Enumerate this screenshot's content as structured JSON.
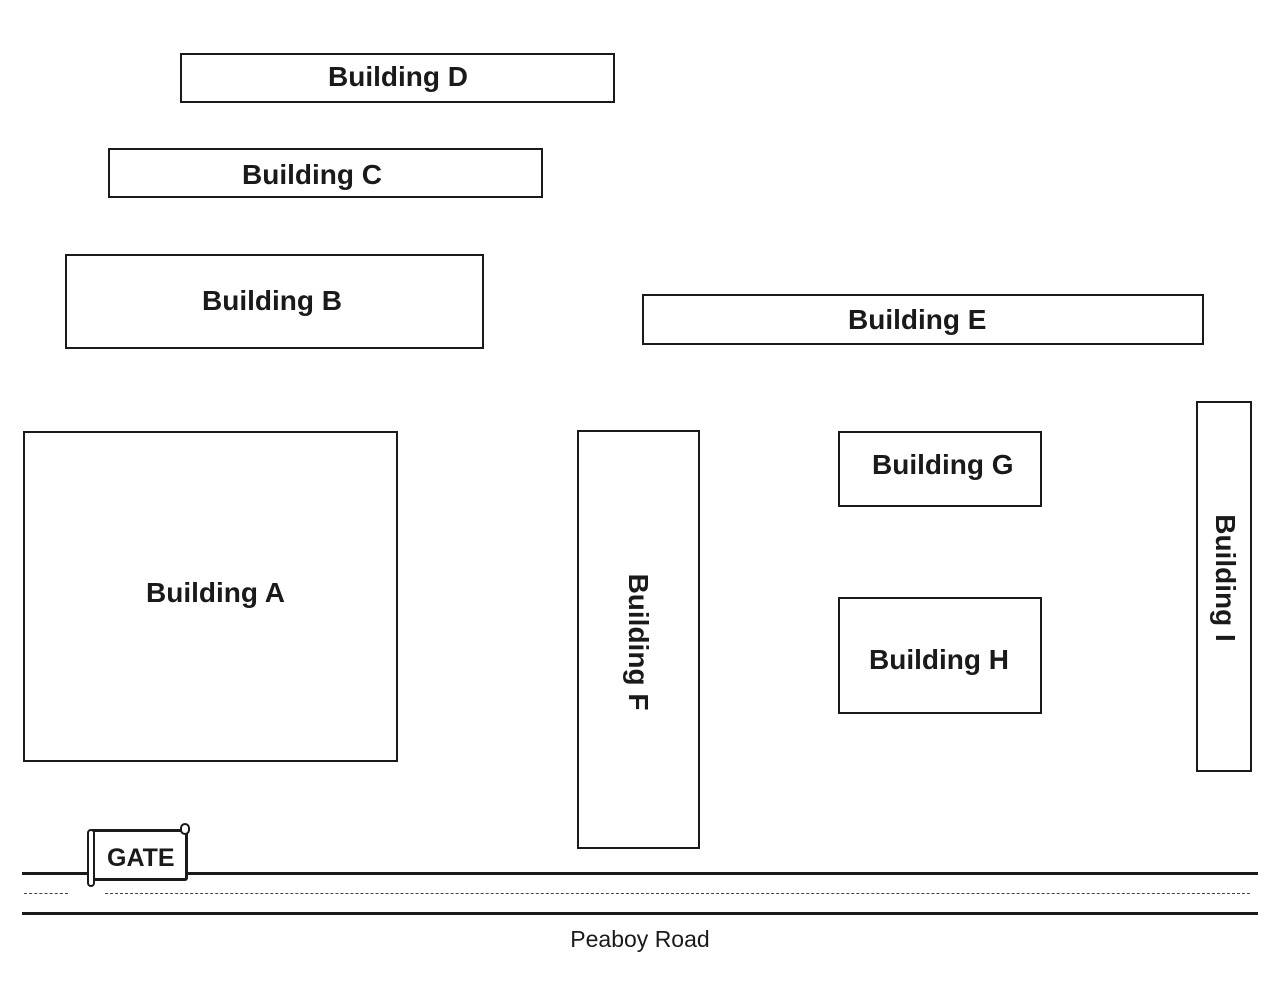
{
  "buildings": {
    "a": {
      "label": "Building A"
    },
    "b": {
      "label": "Building B"
    },
    "c": {
      "label": "Building C"
    },
    "d": {
      "label": "Building D"
    },
    "e": {
      "label": "Building E"
    },
    "f": {
      "label": "Building F"
    },
    "g": {
      "label": "Building G"
    },
    "h": {
      "label": "Building H"
    },
    "i": {
      "label": "Building I"
    }
  },
  "gate": {
    "label": "GATE",
    "icon": "gate-icon"
  },
  "road": {
    "name": "Peaboy Road"
  },
  "colors": {
    "outline": "#1a1a1a",
    "background": "#ffffff"
  }
}
